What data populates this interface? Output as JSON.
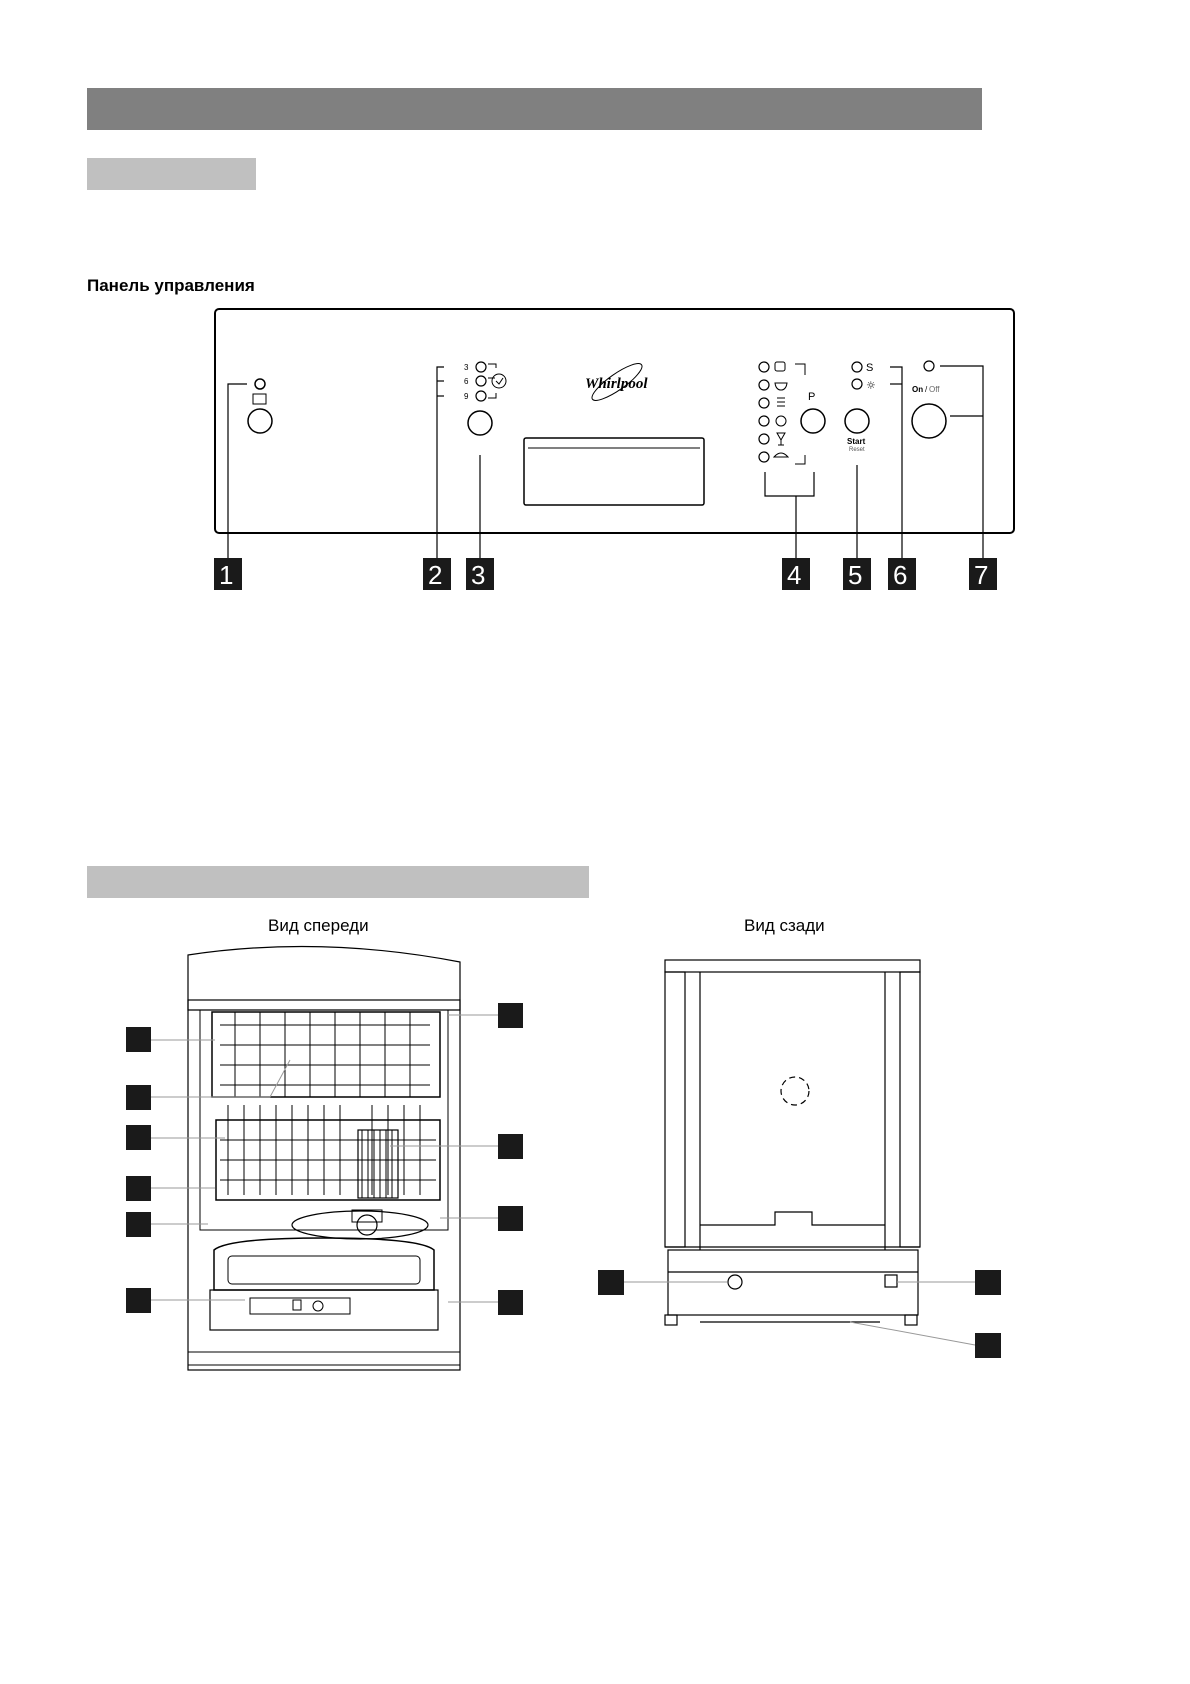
{
  "panel_heading": "Панель управления",
  "front_view_label": "Вид спереди",
  "rear_view_label": "Вид сзади",
  "brand": "Whirlpool",
  "panel": {
    "callouts": [
      "1",
      "2",
      "3",
      "4",
      "5",
      "6",
      "7"
    ],
    "delay_hours": [
      "3",
      "6",
      "9"
    ],
    "program_button_label": "P",
    "start_label": "Start",
    "reset_label": "Reset",
    "onoff_on": "On",
    "onoff_sep": "/",
    "onoff_off": "Off",
    "salt_symbol": "S",
    "rinse_symbol": "☼"
  },
  "icons": {
    "program_icons": [
      "pot-icon",
      "bowl-icon",
      "eco-icon",
      "quick-wash-icon",
      "glass-icon",
      "rinse-icon"
    ]
  },
  "colors": {
    "header_bar": "#808080",
    "sub_bar": "#c0c0c0",
    "callout_box": "#1a1a1a"
  }
}
